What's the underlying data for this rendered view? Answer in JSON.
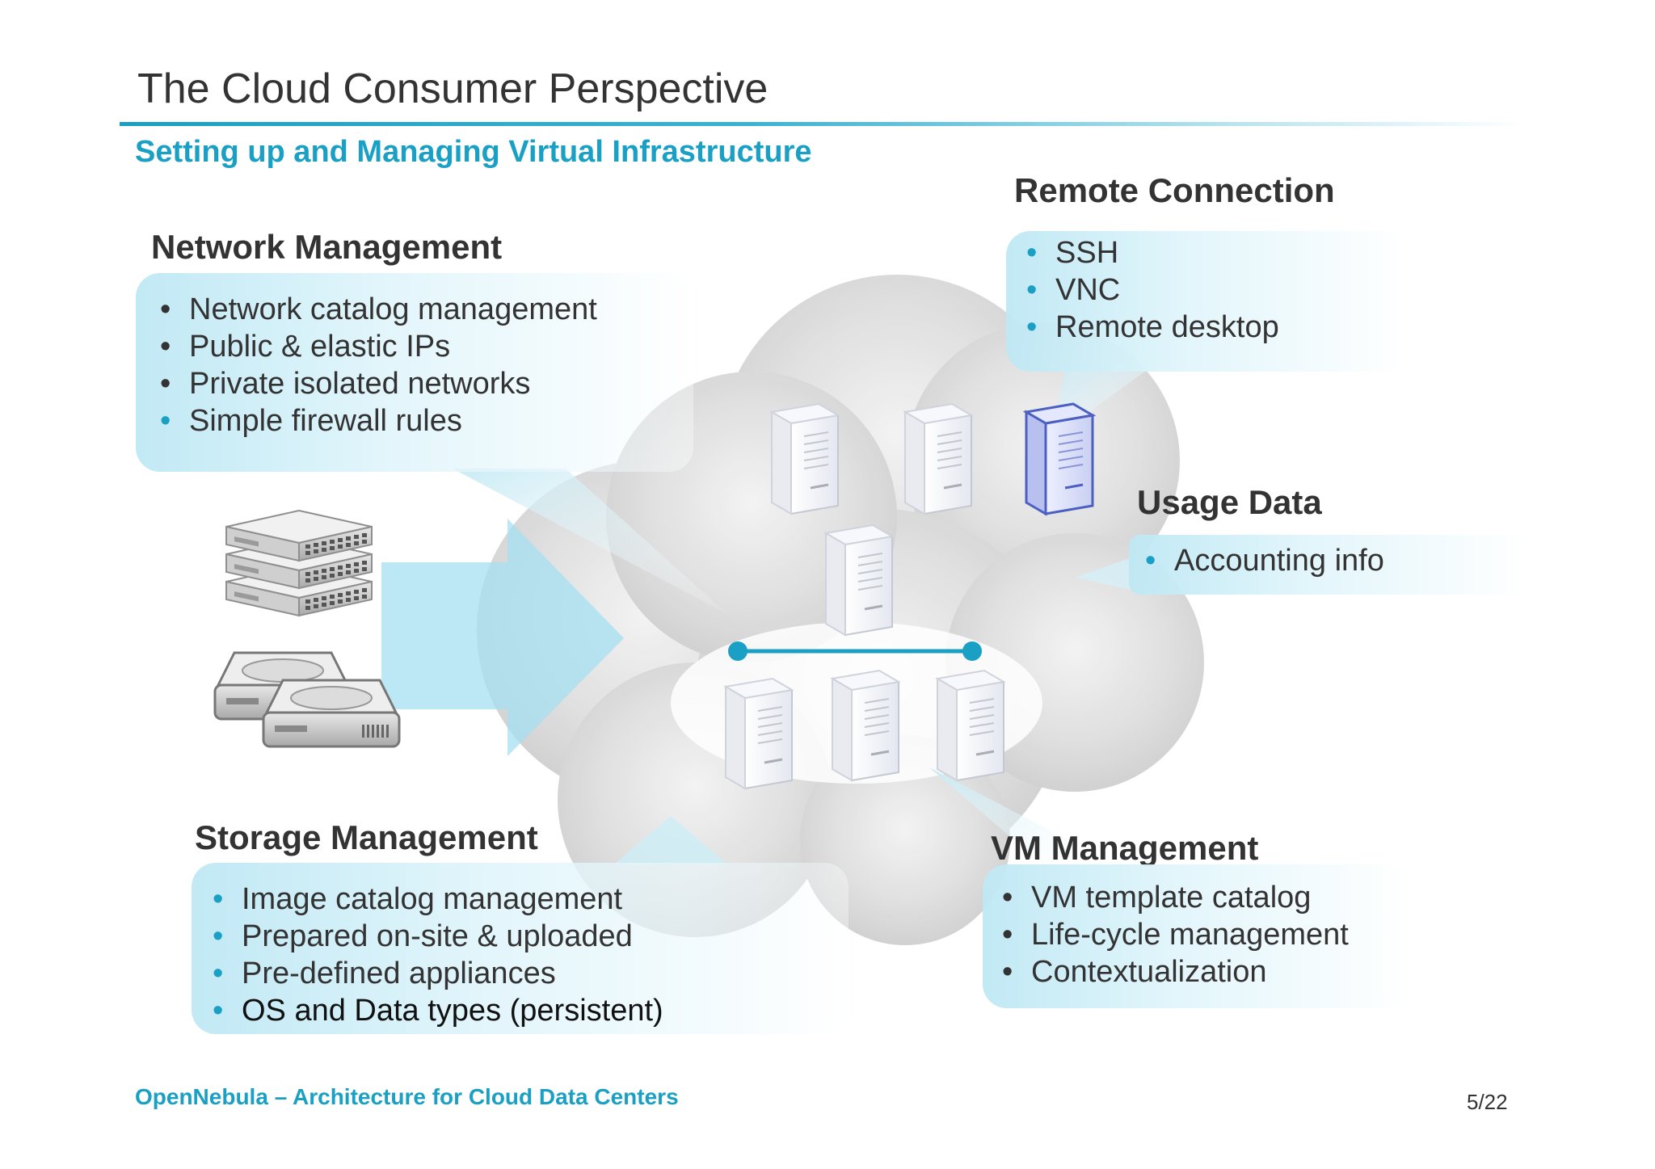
{
  "slide": {
    "title": "The Cloud Consumer Perspective",
    "subtitle": "Setting up and Managing Virtual Infrastructure",
    "footer": "OpenNebula – Architecture for Cloud Data Centers",
    "page": "5/22"
  },
  "sections": {
    "network": {
      "heading": "Network Management",
      "items": [
        "Network catalog management",
        "Public & elastic IPs",
        "Private isolated networks",
        "Simple firewall rules"
      ]
    },
    "remote": {
      "heading": "Remote Connection",
      "items": [
        "SSH",
        "VNC",
        "Remote desktop"
      ]
    },
    "usage": {
      "heading": "Usage Data",
      "items": [
        "Accounting info"
      ]
    },
    "storage": {
      "heading": "Storage Management",
      "items": [
        "Image catalog management",
        "Prepared on-site & uploaded",
        "Pre-defined appliances",
        "OS and Data types (persistent)"
      ]
    },
    "vm": {
      "heading": "VM Management",
      "items": [
        "VM template catalog",
        "Life-cycle management",
        "Contextualization"
      ]
    }
  },
  "colors": {
    "accent": "#1aa0c4",
    "text": "#333333",
    "bubble": "#c6eaf4",
    "cloud": "#d4d4d4",
    "highlight_server": "#4d5fc0"
  },
  "icons": [
    "network-switch-icon",
    "hard-disk-icon",
    "server-icon",
    "cloud-icon",
    "arrow-icon"
  ]
}
